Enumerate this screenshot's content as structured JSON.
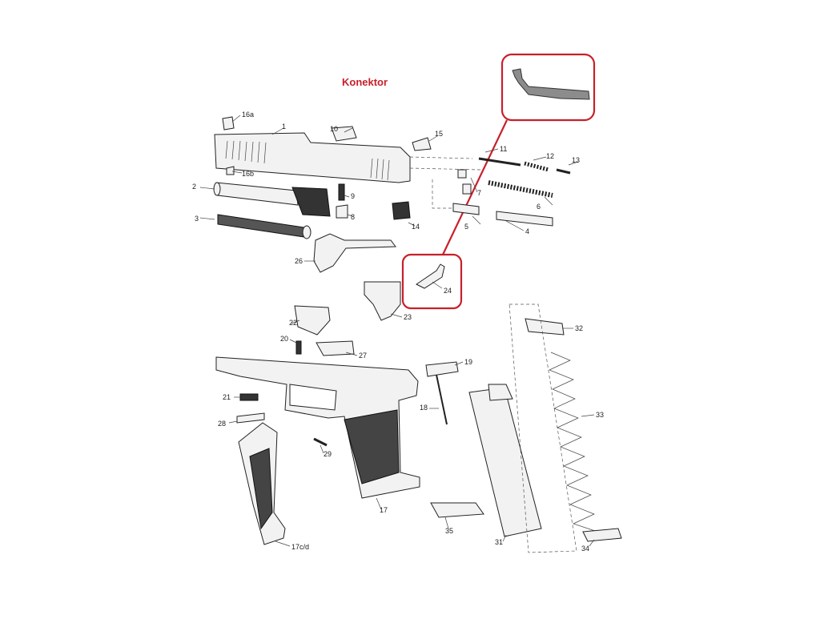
{
  "title": "Konektor",
  "colors": {
    "accent": "#c8202a",
    "ink": "#222222"
  },
  "labels": {
    "p1": "1",
    "p2": "2",
    "p3": "3",
    "p4": "4",
    "p5": "5",
    "p6": "6",
    "p7": "7",
    "p8": "8",
    "p9": "9",
    "p10": "10",
    "p11": "11",
    "p12": "12",
    "p13": "13",
    "p14": "14",
    "p15": "15",
    "p16a": "16a",
    "p16b": "16b",
    "p17": "17",
    "p17cd": "17c/d",
    "p18": "18",
    "p19": "19",
    "p20": "20",
    "p21": "21",
    "p22": "22",
    "p23": "23",
    "p24": "24",
    "p26": "26",
    "p27": "27",
    "p28": "28",
    "p29": "29",
    "p31": "31",
    "p32": "32",
    "p33": "33",
    "p34": "34",
    "p35": "35"
  },
  "callouts": {
    "zoom_icon": "connector-part-detail",
    "highlight": "part-24-connector"
  }
}
